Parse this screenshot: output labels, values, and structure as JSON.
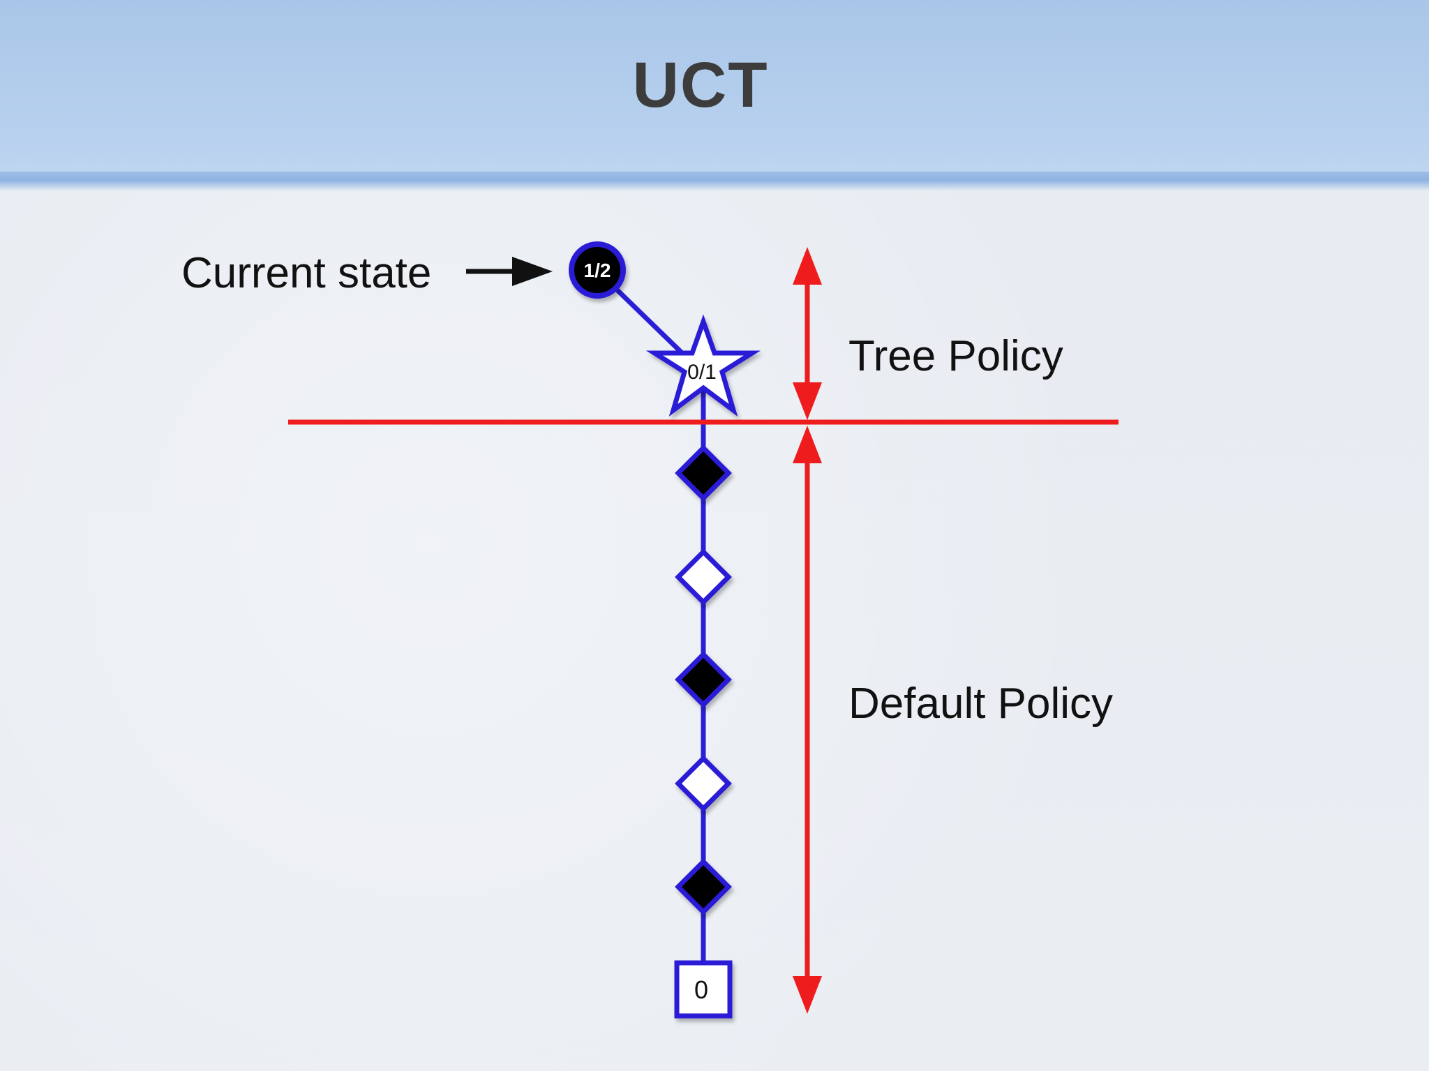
{
  "slide": {
    "title": "UCT"
  },
  "labels": {
    "current_state": "Current state",
    "tree_policy": "Tree Policy",
    "default_policy": "Default Policy"
  },
  "nodes": {
    "root": "1/2",
    "expanded": "0/1",
    "terminal": "0",
    "rollout_sequence": [
      "black",
      "white",
      "black",
      "white",
      "black"
    ]
  },
  "colors": {
    "node_stroke": "#2a1fd6",
    "policy_line": "#ee1c1c",
    "header": "#b4cdee",
    "text": "#111111"
  }
}
